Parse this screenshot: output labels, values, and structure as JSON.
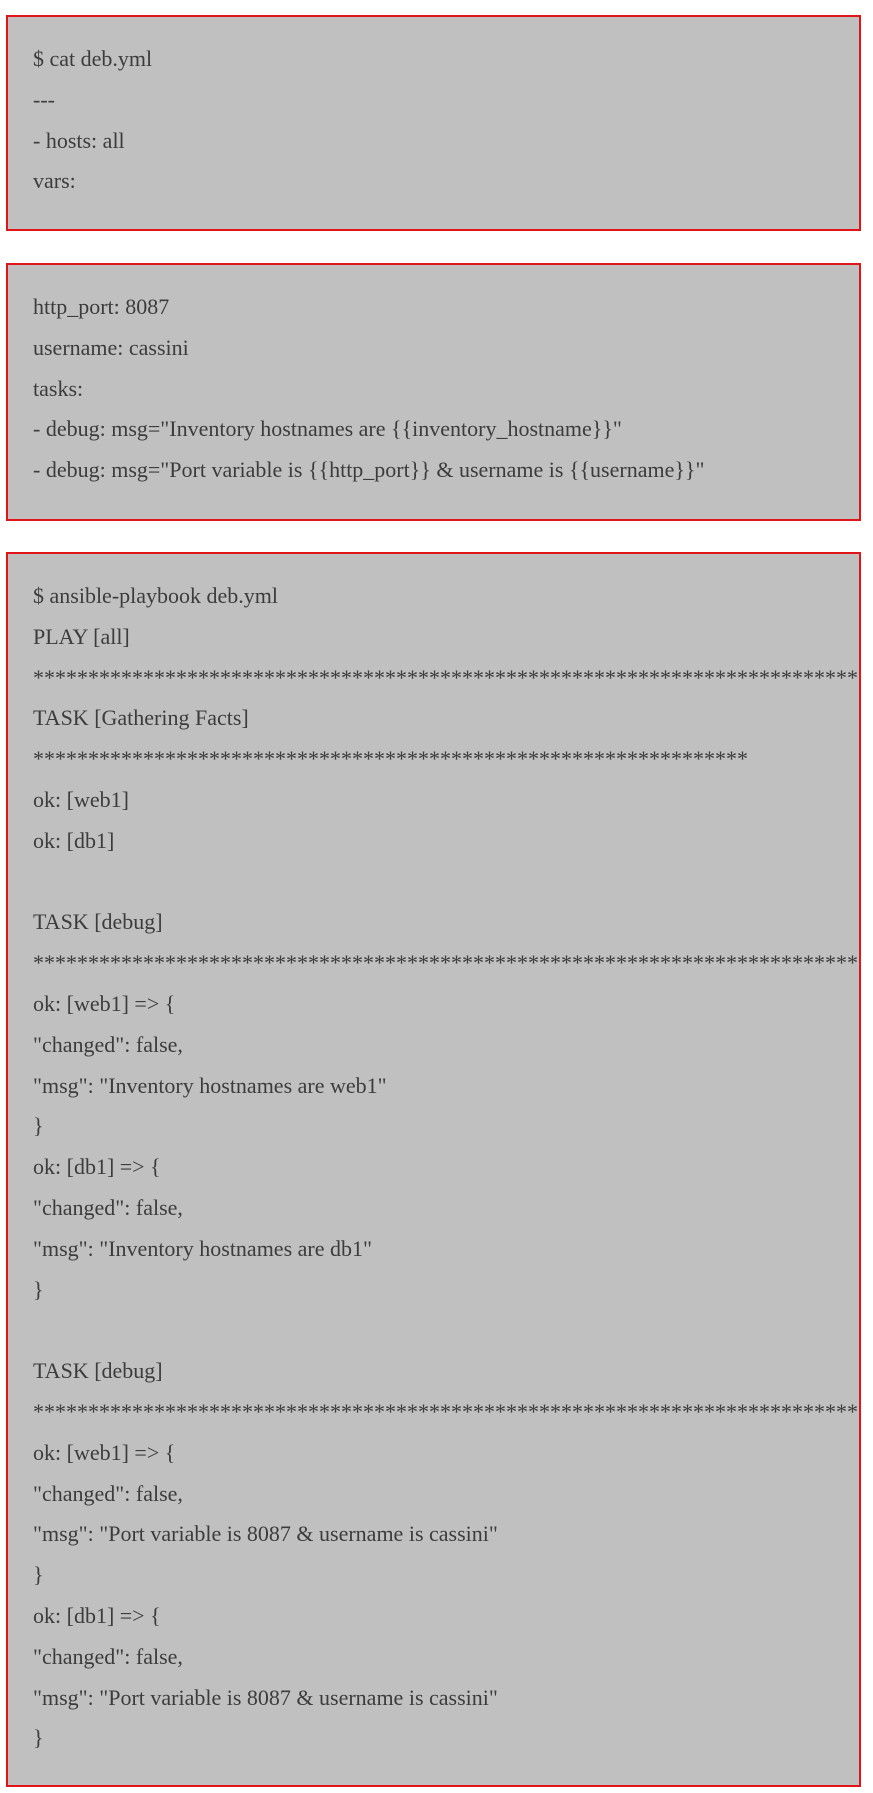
{
  "blocks": [
    {
      "lines": [
        "$ cat deb.yml",
        "---",
        "- hosts: all",
        "vars:"
      ]
    },
    {
      "lines": [
        "http_port: 8087",
        "username: cassini",
        "tasks:",
        "- debug: msg=\"Inventory hostnames are {{inventory_hostname}}\"",
        "- debug: msg=\"Port variable is {{http_port}} & username is {{username}}\""
      ]
    },
    {
      "lines": [
        "$ ansible-playbook deb.yml",
        "PLAY [all]",
        "****************************************************************************",
        "TASK [Gathering Facts]",
        "*****************************************************************",
        "ok: [web1]",
        "ok: [db1]",
        "",
        "TASK [debug]",
        "****************************************************************************",
        "ok: [web1] => {",
        "\"changed\": false,",
        "\"msg\": \"Inventory hostnames are web1\"",
        "}",
        "ok: [db1] => {",
        "\"changed\": false,",
        "\"msg\": \"Inventory hostnames are db1\"",
        "}",
        "",
        "TASK [debug]",
        "****************************************************************************",
        "ok: [web1] => {",
        "\"changed\": false,",
        "\"msg\": \"Port variable is 8087 & username is cassini\"",
        "}",
        "ok: [db1] => {",
        "\"changed\": false,",
        "\"msg\": \"Port variable is 8087 & username is cassini\"",
        "}"
      ]
    }
  ]
}
